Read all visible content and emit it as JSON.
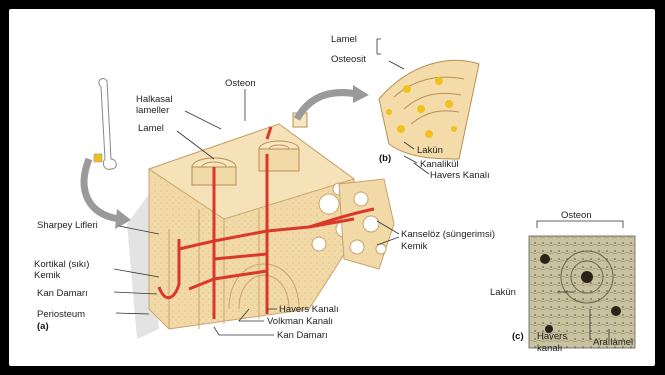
{
  "labels": {
    "lamel_top": "Lamel",
    "osteosit": "Osteosit",
    "b_marker": "(b)",
    "lakun_b": "Lakün",
    "kanalikul": "Kanalikül",
    "havers_b": "Havers Kanalı",
    "osteon_main": "Osteon",
    "halkasal1": "Halkasal",
    "halkasal2": "lameller",
    "lamel_main": "Lamel",
    "sharpey": "Sharpey Lifleri",
    "kortikal1": "Kortikal (sıkı)",
    "kortikal2": "Kemik",
    "kan_damari_left": "Kan Damarı",
    "periosteum": "Periosteum",
    "a_marker": "(a)",
    "havers_main": "Havers Kanalı",
    "volkman": "Volkman Kanalı",
    "kan_damari_bottom": "Kan Damarı",
    "kanseloz1": "Kanselöz (süngerimsi)",
    "kanseloz2": "Kemik",
    "osteon_c": "Osteon",
    "lakun_c": "Lakün",
    "c_marker": "(c)",
    "havers_c1": "Havers",
    "havers_c2": "kanalı",
    "ara_lamel": "Ara lamel"
  },
  "colors": {
    "bone": "#f2d9a8",
    "bone_dark": "#d9b57a",
    "vessel": "#d9382a",
    "osteocyte": "#f0c020",
    "micrograph": "#c9c2a0"
  }
}
